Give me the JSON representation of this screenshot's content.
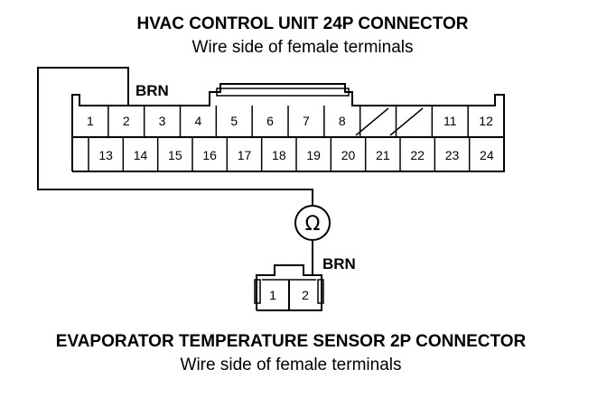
{
  "top_connector": {
    "title": "HVAC CONTROL UNIT 24P CONNECTOR",
    "subtitle": "Wire side of female terminals",
    "row1_pins": [
      "1",
      "2",
      "3",
      "4",
      "5",
      "6",
      "7",
      "8",
      "",
      "",
      "11",
      "12"
    ],
    "row2_pins": [
      "13",
      "14",
      "15",
      "16",
      "17",
      "18",
      "19",
      "20",
      "21",
      "22",
      "23",
      "24"
    ],
    "empty_pins_note": "cavities 9 and 10 are blocked (hatched)"
  },
  "bottom_connector": {
    "title": "EVAPORATOR TEMPERATURE SENSOR 2P CONNECTOR",
    "subtitle": "Wire side of female terminals",
    "pins": [
      "1",
      "2"
    ]
  },
  "wires": {
    "top_label": "BRN",
    "bottom_label": "BRN"
  },
  "meter": {
    "symbol": "Ω",
    "icon": "ohmmeter-icon"
  },
  "colors": {
    "ink": "#000000",
    "background": "#ffffff"
  }
}
